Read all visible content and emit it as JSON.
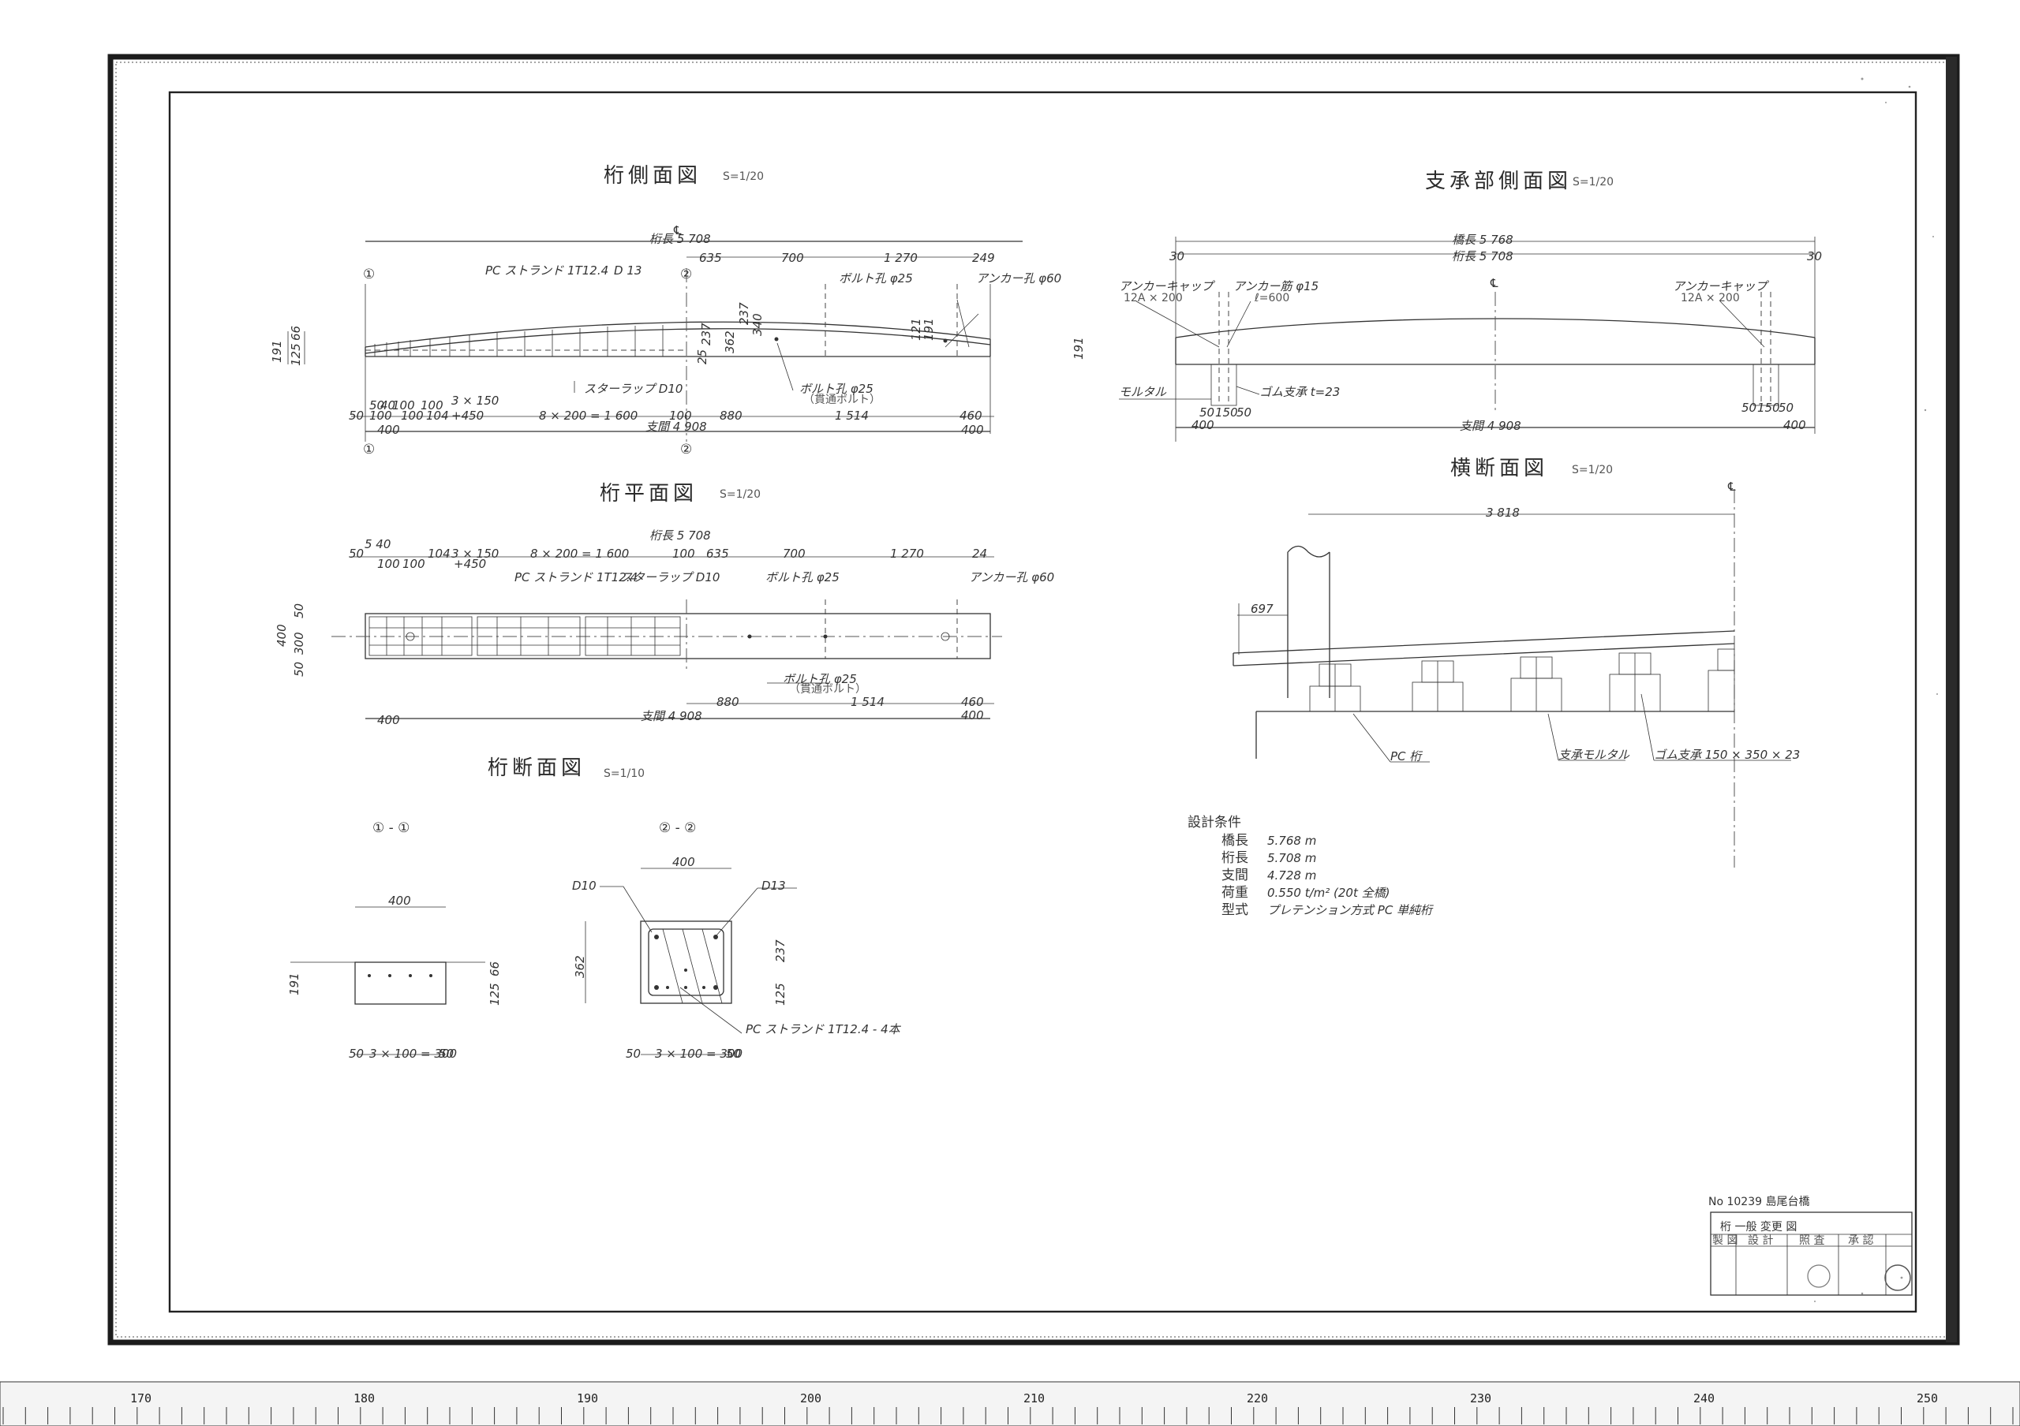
{
  "views": {
    "side": {
      "title": "桁側面図",
      "scale": "S=1/20"
    },
    "plan": {
      "title": "桁平面図",
      "scale": "S=1/20"
    },
    "section": {
      "title": "桁断面図",
      "scale": "S=1/10"
    },
    "bearing": {
      "title": "支承部側面図",
      "scale": "S=1/20"
    },
    "cross": {
      "title": "横断面図",
      "scale": "S=1/20"
    }
  },
  "side_view": {
    "centerline": "℄",
    "girder_length": "桁長 5 708",
    "top_dims": [
      "635",
      "700",
      "1 270",
      "249"
    ],
    "strand_label": "PC ストランド 1T12.4",
    "rebar_label": "D 13",
    "bolt_top": "ボルト孔 φ25",
    "anchor_hole": "アンカー孔 φ60",
    "stirrup_label": "スターラップ D10",
    "bolt_bottom": "ボルト孔 φ25",
    "bolt_bottom_sub": "（貫通ボルト）",
    "heights_left": [
      "191",
      "125",
      "66"
    ],
    "height_mid": [
      "237",
      "362"
    ],
    "height_right": [
      "191",
      "121"
    ],
    "height_end": "191",
    "heights_mid_b": [
      "25",
      "340",
      "237"
    ],
    "bottom_row1": [
      "50",
      "40",
      "100",
      "100",
      "3 × 150"
    ],
    "bottom_row2": [
      "50",
      "100",
      "100",
      "104",
      "+450",
      "8 × 200 = 1 600",
      "100",
      "880",
      "1 514",
      "460"
    ],
    "span": "支間 4 908",
    "end_400": "400",
    "end_400_r": "400",
    "sec1": "①",
    "sec2": "②"
  },
  "plan_view": {
    "girder_length": "桁長 5 708",
    "top_row": [
      "50",
      "100",
      "100",
      "104",
      "3 × 150",
      "8 × 200 = 1 600",
      "100",
      "635",
      "700",
      "1 270",
      "24"
    ],
    "top_row_sub": [
      "5 40",
      "+450"
    ],
    "strand_label": "PC ストランド 1T12.4",
    "stirrup_label": "スターラップ D10",
    "bolt_top": "ボルト孔 φ25",
    "anchor_hole": "アンカー孔 φ60",
    "width_dims": [
      "400",
      "50",
      "300",
      "50"
    ],
    "bolt_bottom": "ボルト孔 φ25",
    "bolt_bottom_sub": "（貫通ボルト）",
    "bottom_dims": [
      "880",
      "1 514",
      "460"
    ],
    "span": "支間 4 908",
    "end_400": "400",
    "end_400_r": "400"
  },
  "section_view": {
    "sec1_label": "① - ①",
    "sec2_label": "② - ②",
    "width": "400",
    "width2": "400",
    "h1": "191",
    "h1_right": [
      "125",
      "66"
    ],
    "h2": "362",
    "h2_right": [
      "125",
      "237"
    ],
    "d10": "D10",
    "d13": "D13",
    "strand": "PC ストランド 1T12.4 - 4本",
    "bottom1": [
      "50",
      "3 × 100 = 300",
      "50"
    ],
    "bottom2": [
      "50",
      "3 × 100 = 300",
      "50"
    ]
  },
  "bearing_view": {
    "bridge_length": "橋長 5 768",
    "girder_length": "桁長 5 708",
    "end_left": "30",
    "end_right": "30",
    "anchor_cap_left": "アンカーキャップ",
    "anchor_cap_left_sub": "12A × 200",
    "anchor_bar": "アンカー筋 φ15",
    "anchor_bar_sub": "ℓ=600",
    "anchor_cap_right": "アンカーキャップ",
    "anchor_cap_right_sub": "12A × 200",
    "mortar": "モルタル",
    "rubber": "ゴム支承 t=23",
    "pads_left": [
      "50",
      "150",
      "50"
    ],
    "pads_right": [
      "50",
      "150",
      "50"
    ],
    "span": "支間 4 908",
    "end_400": "400",
    "end_400_r": "400",
    "centerline": "℄"
  },
  "cross_view": {
    "width": "3 818",
    "left_dim": "697",
    "pc_girder": "PC 桁",
    "mortar": "支承モルタル",
    "rubber": "ゴム支承 150 × 350 × 23",
    "centerline": "℄"
  },
  "conditions": {
    "heading": "設計条件",
    "rows": [
      {
        "label": "橋長",
        "value": "5.768 m"
      },
      {
        "label": "桁長",
        "value": "5.708 m"
      },
      {
        "label": "支間",
        "value": "4.728 m"
      },
      {
        "label": "荷重",
        "value": "0.550 t/m² (20t 全橋)"
      },
      {
        "label": "型式",
        "value": "プレテンション方式 PC 単純桁"
      }
    ]
  },
  "title_block": {
    "drawing_no": "No 10239 島尾台橋",
    "title": "桁 一般 変更 図",
    "cols": [
      "製 図",
      "設 計",
      "照 査",
      "承 認"
    ]
  },
  "ruler": {
    "major": [
      "170",
      "180",
      "190",
      "200",
      "210",
      "220",
      "230",
      "240",
      "250"
    ]
  }
}
